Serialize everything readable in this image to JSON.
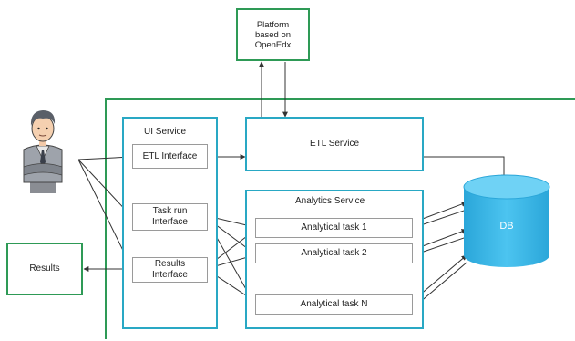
{
  "platform": {
    "label": "Platform\nbased on\nOpenEdx"
  },
  "ui_service": {
    "title": "UI Service",
    "etl_interface": "ETL Interface",
    "task_run_interface": "Task run\nInterface",
    "results_interface": "Results\nInterface"
  },
  "etl_service": {
    "label": "ETL Service"
  },
  "analytics_service": {
    "title": "Analytics Service",
    "tasks": [
      "Analytical task 1",
      "Analytical task 2",
      "Analytical task N"
    ]
  },
  "db": {
    "label": "DB"
  },
  "results": {
    "label": "Results"
  },
  "user": {
    "icon": "user-person-icon"
  },
  "colors": {
    "platform_border": "#2e9a56",
    "service_border": "#29a8c4",
    "db_fill": "#34b4e4",
    "arrow": "#333333"
  }
}
